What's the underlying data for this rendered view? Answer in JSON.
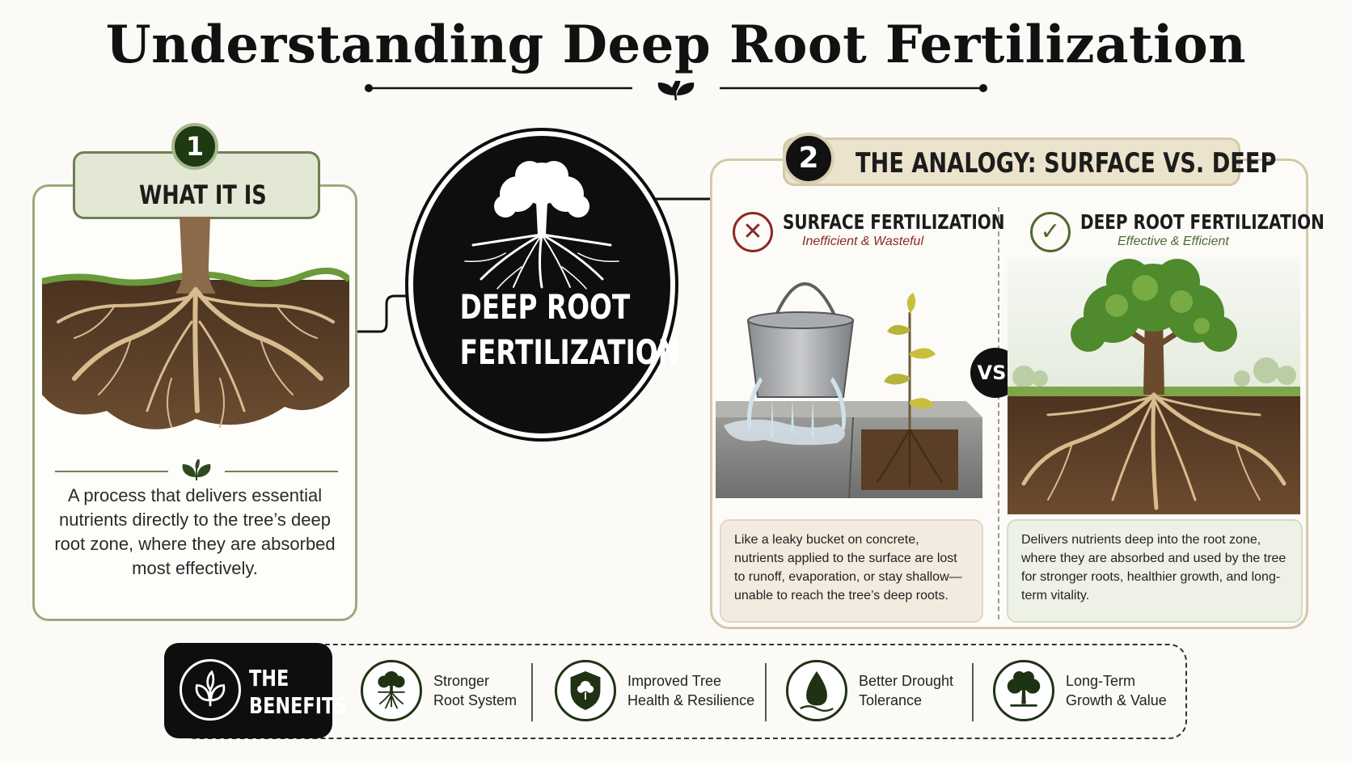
{
  "title": "Understanding Deep Root Fertilization",
  "section1": {
    "number": "1",
    "heading": "WHAT IT IS",
    "description": "A process that delivers essential nutrients directly to the tree’s deep root zone, where they are absorbed most effectively."
  },
  "center": {
    "line1": "DEEP ROOT",
    "line2": "FERTILIZATION"
  },
  "section2": {
    "number": "2",
    "heading": "THE ANALOGY: SURFACE VS. DEEP",
    "vs": "VS.",
    "surface": {
      "title": "SURFACE FERTILIZATION",
      "subtitle": "Inefficient & Wasteful",
      "description": "Like a leaky bucket on concrete, nutrients applied to the surface are lost to runoff, evaporation, or stay shallow—unable to reach the tree’s deep roots."
    },
    "deep": {
      "title": "DEEP ROOT FERTILIZATION",
      "subtitle": "Effective & Efficient",
      "description": "Delivers nutrients deep into the root zone, where they are absorbed and used by the tree for stronger roots, healthier growth, and long-term vitality."
    }
  },
  "benefits": {
    "label_line1": "THE",
    "label_line2": "BENEFITS",
    "items": [
      {
        "line1": "Stronger",
        "line2": "Root System",
        "icon": "root-tree-icon"
      },
      {
        "line1": "Improved Tree",
        "line2": "Health & Resilience",
        "icon": "shield-tree-icon"
      },
      {
        "line1": "Better Drought",
        "line2": "Tolerance",
        "icon": "water-drop-icon"
      },
      {
        "line1": "Long-Term",
        "line2": "Growth & Value",
        "icon": "tree-growth-icon"
      }
    ]
  },
  "colors": {
    "green_dark": "#1d3a12",
    "green_border": "#9aab7c",
    "tan_border": "#d6c8a8",
    "red": "#8a2a22",
    "black": "#0e0e0e"
  }
}
